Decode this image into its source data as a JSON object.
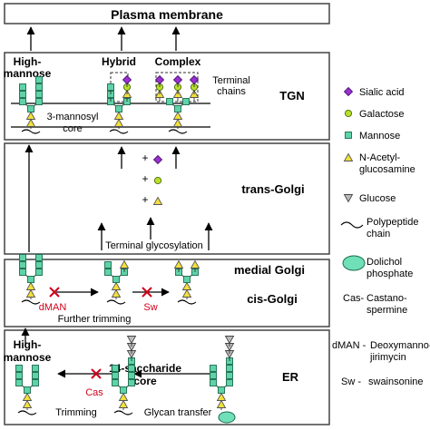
{
  "compartments": {
    "plasma_membrane": "Plasma membrane",
    "tgn": "TGN",
    "trans_golgi": "trans-Golgi",
    "medial_golgi": "medial Golgi",
    "cis_golgi": "cis-Golgi",
    "er": "ER"
  },
  "tgn": {
    "high": "High-",
    "mannose": "mannose",
    "hybrid": "Hybrid",
    "complex": "Complex",
    "terminal1": "Terminal",
    "terminal2": "chains",
    "core1": "3-mannosyl",
    "core2": "core"
  },
  "trans": {
    "plus": "+",
    "terminal_glycosylation": "Terminal glycosylation"
  },
  "golgi": {
    "dman": "dMAN",
    "sw": "Sw",
    "further_trimming": "Further trimming"
  },
  "er": {
    "high": "High-",
    "mannose": "mannose",
    "core1": "14-saccharide",
    "core2": "core",
    "cas": "Cas",
    "trimming": "Trimming",
    "glycan_transfer": "Glycan transfer"
  },
  "legend": {
    "sialic_acid": "Sialic acid",
    "galactose": "Galactose",
    "mannose": "Mannose",
    "nacetyl1": "N-Acetyl-",
    "nacetyl2": "glucosamine",
    "glucose": "Glucose",
    "polypeptide1": "Polypeptide",
    "polypeptide2": "chain",
    "dolichol1": "Dolichol",
    "dolichol2": "phosphate",
    "cas_abbr": "Cas-",
    "cas1": "Castano-",
    "cas2": "spermine",
    "dman_abbr": "dMAN -",
    "dman1": "Deoxymanno-",
    "dman2": "jirimycin",
    "sw_abbr": "Sw -",
    "sw1": "swainsonine"
  },
  "colors": {
    "sialic_acid": "#9b30d0",
    "galactose": "#b8e02a",
    "mannose": "#5fd3a8",
    "nacetyl": "#f2e03a",
    "glucose": "#bbbbbb",
    "dolichol": "#6fe0b8",
    "inhibitor": "#d0021b"
  }
}
